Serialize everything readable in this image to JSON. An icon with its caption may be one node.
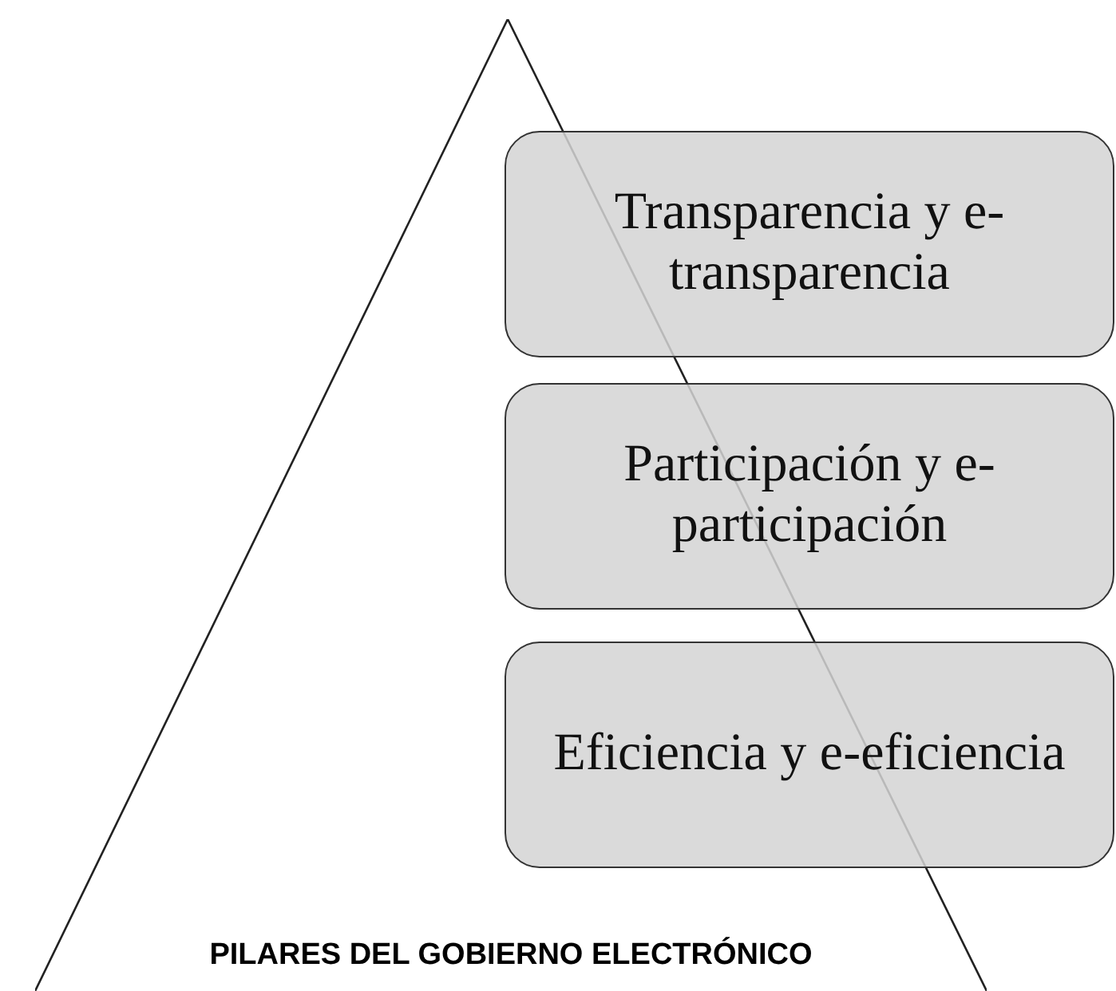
{
  "diagram": {
    "nodes": [
      {
        "text": [
          "PILARES DEL GOBIERNO ELECTRÓNICO"
        ]
      },
      {
        "text": [
          "Transparencia y e-transparencia"
        ]
      },
      {
        "text": [
          "Participación y e-participación"
        ]
      },
      {
        "text": [
          "Eficiencia y e-eficiencia"
        ]
      }
    ]
  }
}
